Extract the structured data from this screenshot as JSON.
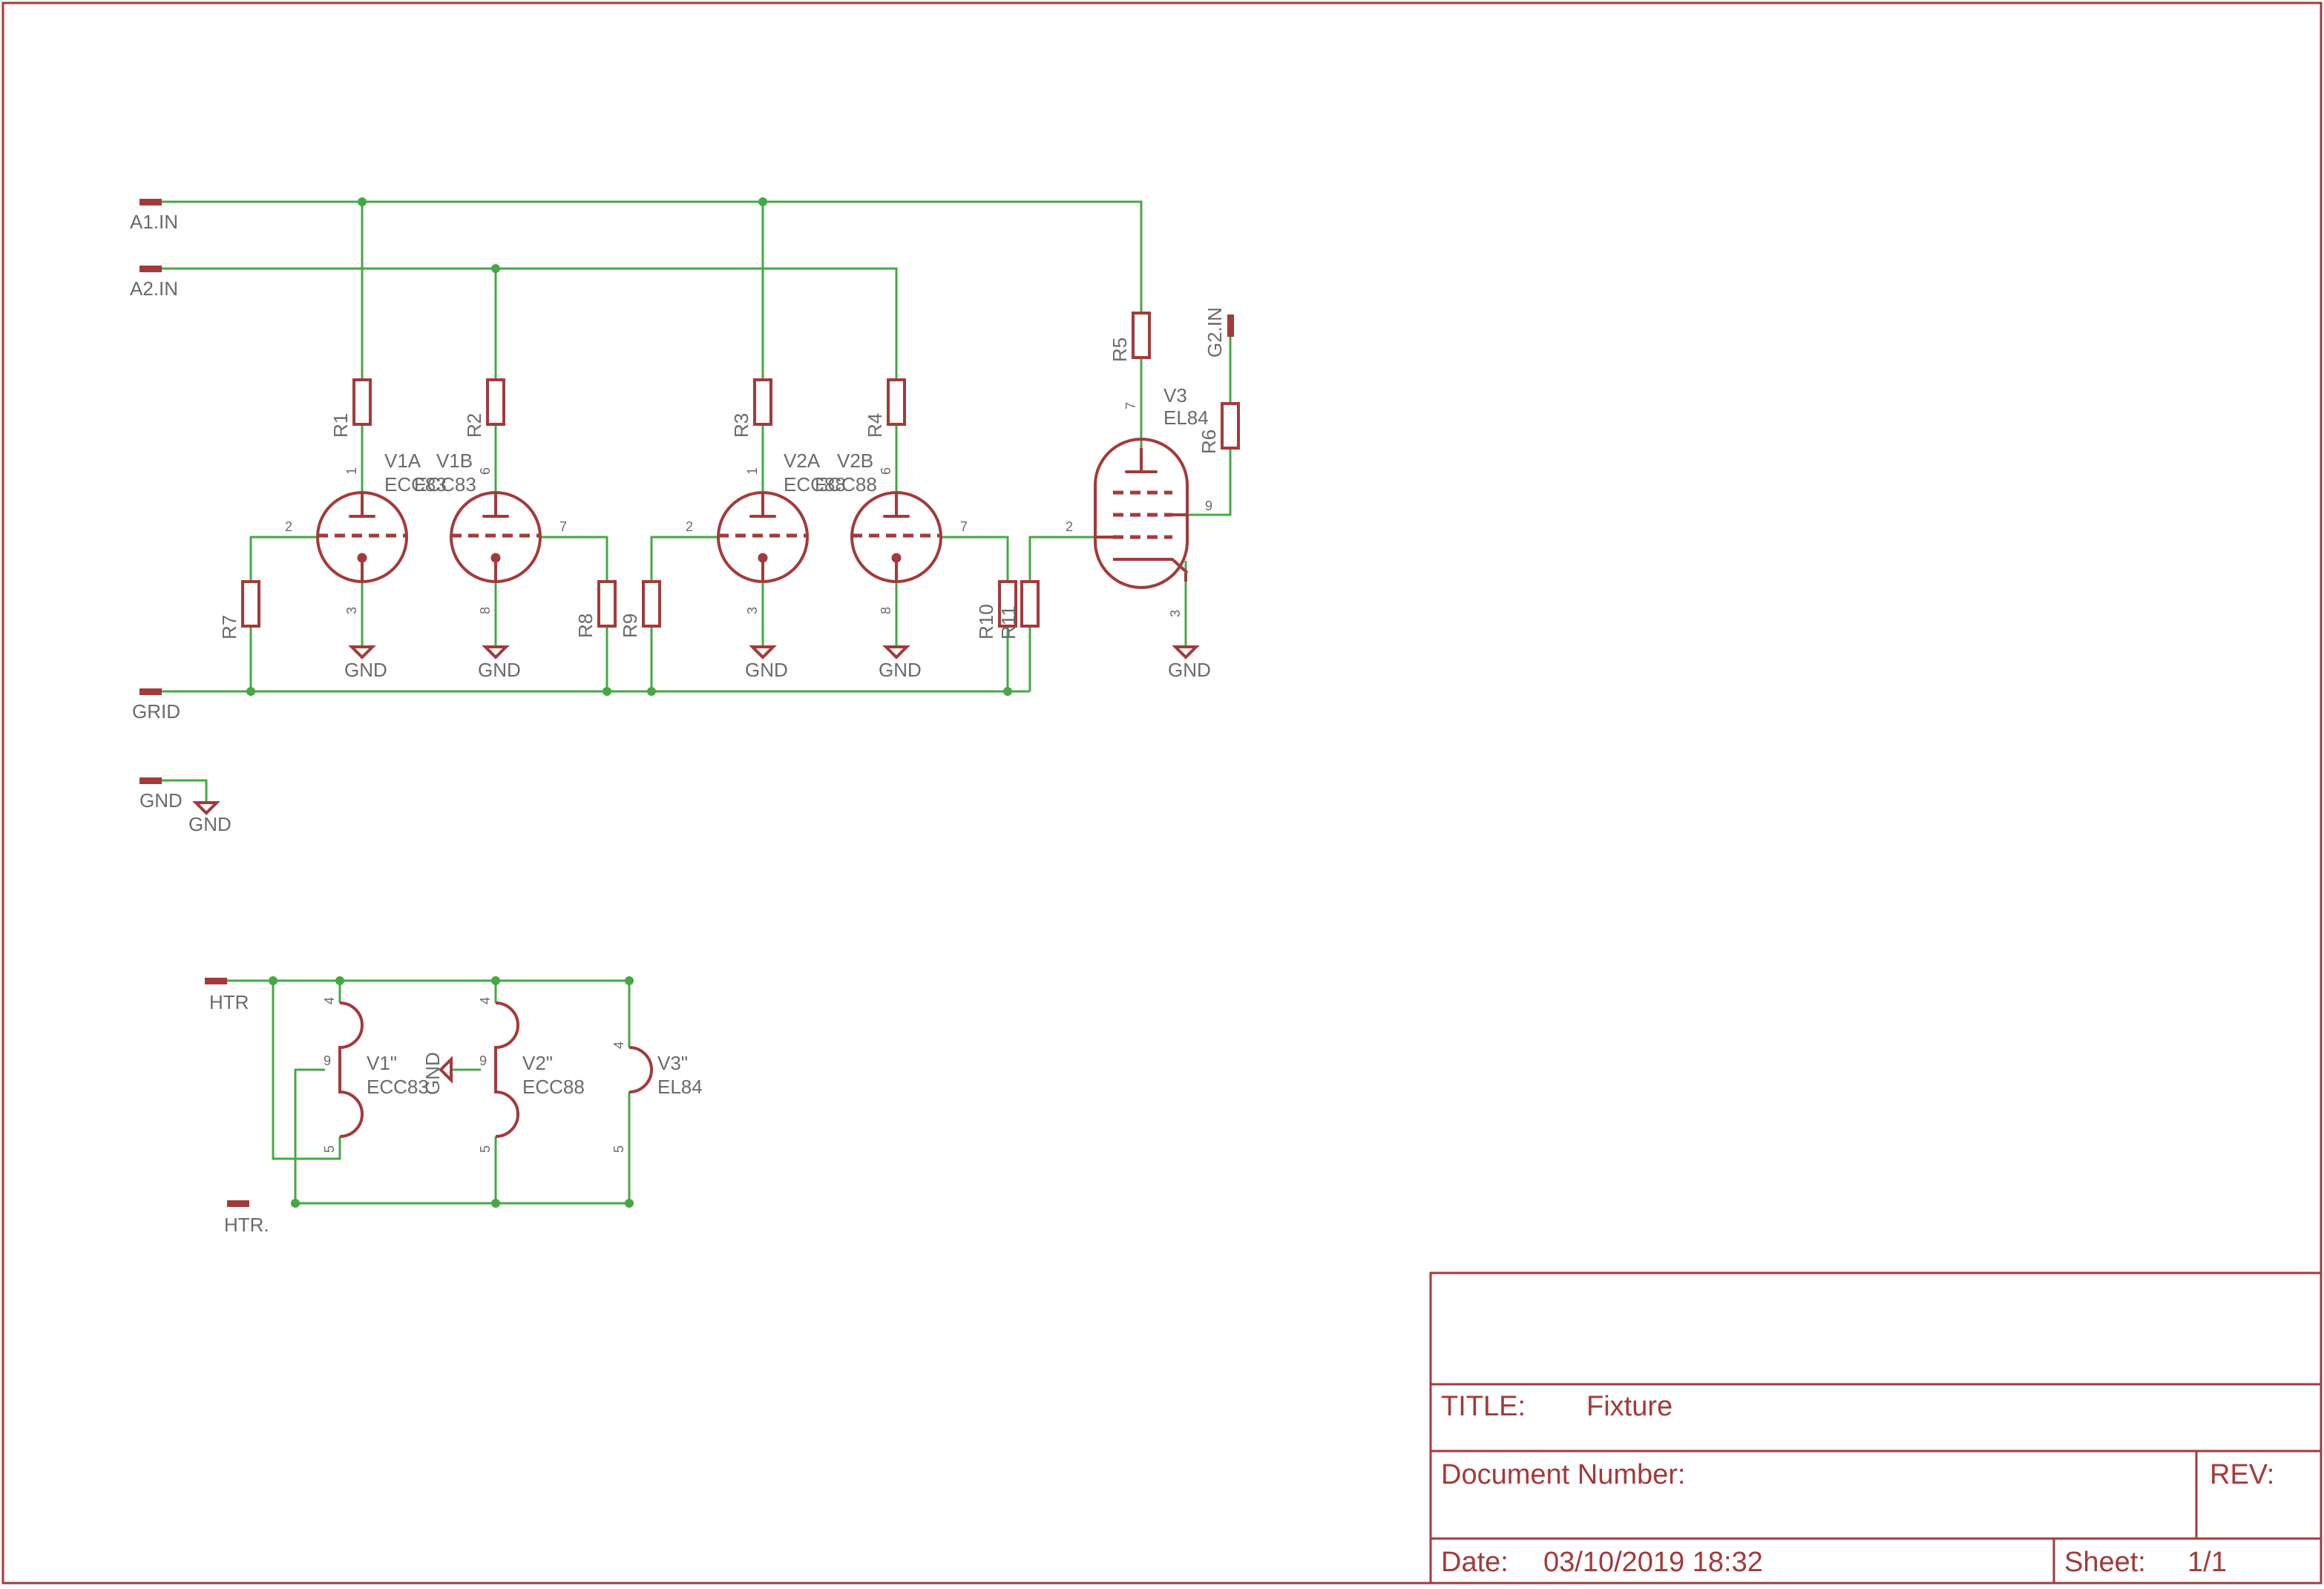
{
  "ports": {
    "a1_in": "A1.IN",
    "a2_in": "A2.IN",
    "grid": "GRID",
    "gnd": "GND",
    "g2_in": "G2.IN",
    "htr": "HTR",
    "htr_dot": "HTR."
  },
  "resistors": [
    "R1",
    "R2",
    "R3",
    "R4",
    "R5",
    "R6",
    "R7",
    "R8",
    "R9",
    "R10",
    "R11"
  ],
  "tubes": {
    "v1a": {
      "name": "V1A",
      "value": "ECC83"
    },
    "v1b": {
      "name": "V1B",
      "value": "ECC83"
    },
    "v2a": {
      "name": "V2A",
      "value": "ECC88"
    },
    "v2b": {
      "name": "V2B",
      "value": "ECC88"
    },
    "v3": {
      "name": "V3",
      "value": "EL84"
    }
  },
  "heaters": {
    "v1": {
      "name": "V1\"",
      "value": "ECC83"
    },
    "v2": {
      "name": "V2\"",
      "value": "ECC88"
    },
    "v3": {
      "name": "V3\"",
      "value": "EL84"
    }
  },
  "pins": {
    "p1": "1",
    "p2": "2",
    "p3": "3",
    "p4": "4",
    "p5": "5",
    "p6": "6",
    "p7": "7",
    "p8": "8",
    "p9": "9"
  },
  "gnd_label": "GND",
  "title_block": {
    "title_label": "TITLE:",
    "title_value": "Fixture",
    "docnum_label": "Document Number:",
    "rev_label": "REV:",
    "date_label": "Date:",
    "date_value": "03/10/2019 18:32",
    "sheet_label": "Sheet:",
    "sheet_value": "1/1"
  },
  "colors": {
    "wire": "#45a845",
    "symbol": "#a33a3a",
    "label": "#6a6a6a"
  }
}
